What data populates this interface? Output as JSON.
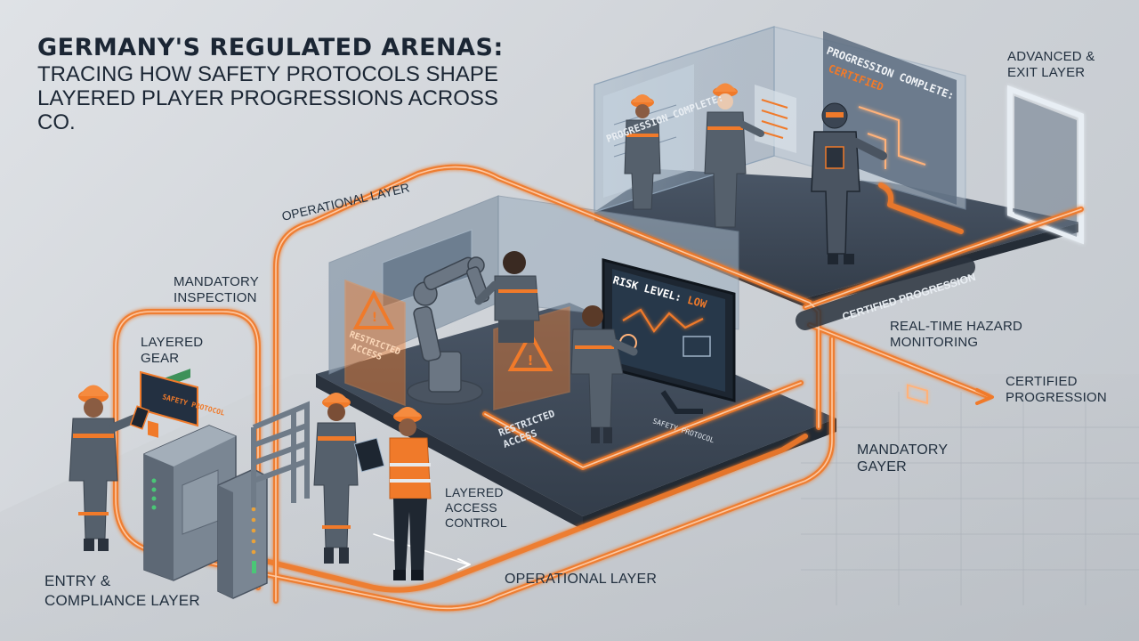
{
  "title": "GERMANY'S REGULATED ARENAS:",
  "subtitle_line1": "TRACING HOW SAFETY PROTOCOLS SHAPE",
  "subtitle_line2": "LAYERED PLAYER PROGRESSIONS ACROSS CO.",
  "labels": {
    "advanced_exit_1": "ADVANCED &",
    "advanced_exit_2": "EXIT LAYER",
    "operational_top": "OPERATIONAL LAYER",
    "mandatory_inspection_1": "MANDATORY",
    "mandatory_inspection_2": "INSPECTION",
    "layered_gear_1": "LAYERED",
    "layered_gear_2": "GEAR",
    "realtime_1": "REAL-TIME HAZARD",
    "realtime_2": "MONITORING",
    "certified_progression_1": "CERTIFIED",
    "certified_progression_2": "PROGRESSION",
    "certified_progression_band": "CERTIFIED PROGRESSION",
    "mandatory_gayer_1": "MANDATORY",
    "mandatory_gayer_2": "GAYER",
    "layered_access_1": "LAYERED",
    "layered_access_2": "ACCESS",
    "layered_access_3": "CONTROL",
    "operational_bottom": "OPERATIONAL LAYER",
    "entry_1": "ENTRY &",
    "entry_2": "COMPLIANCE LAYER"
  },
  "screens": {
    "progression_left": "PROGRESSION COMPLETE:",
    "progression_right": "PROGRESSION COMPLETE:",
    "certified": "CERTIFIED",
    "risk_level_prefix": "RISK LEVEL: ",
    "risk_level_value": "LOW",
    "restricted_sign_1": "RESTRICTED",
    "restricted_sign_2": "ACCESS",
    "restricted_floor_1": "RESTRICTED",
    "restricted_floor_2": "ACCESS",
    "safety_badge": "SAFETY PROTOCOL",
    "safety_floor": "SAFETY PROTOCOL"
  },
  "colors": {
    "accent_orange": "#f07a2a",
    "glow_orange": "#ffb27a",
    "floor_dark": "#3c4756",
    "suit_gray": "#55606c",
    "glass_blue": "#9fb3c8"
  }
}
